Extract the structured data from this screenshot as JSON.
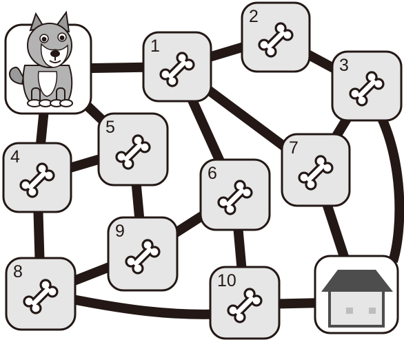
{
  "puzzle": {
    "start_tile": {
      "icon": "dog-icon"
    },
    "goal_tile": {
      "icon": "house-icon"
    },
    "tile_icon": "bone-icon",
    "tiles": [
      {
        "id": "1",
        "label": "1"
      },
      {
        "id": "2",
        "label": "2"
      },
      {
        "id": "3",
        "label": "3"
      },
      {
        "id": "4",
        "label": "4"
      },
      {
        "id": "5",
        "label": "5"
      },
      {
        "id": "6",
        "label": "6"
      },
      {
        "id": "7",
        "label": "7"
      },
      {
        "id": "8",
        "label": "8"
      },
      {
        "id": "9",
        "label": "9"
      },
      {
        "id": "10",
        "label": "10"
      }
    ],
    "paths": [
      [
        "dog",
        "1"
      ],
      [
        "dog",
        "5"
      ],
      [
        "dog",
        "4"
      ],
      [
        "1",
        "2"
      ],
      [
        "1",
        "6"
      ],
      [
        "1",
        "7"
      ],
      [
        "2",
        "3"
      ],
      [
        "3",
        "7"
      ],
      [
        "3",
        "house"
      ],
      [
        "4",
        "5"
      ],
      [
        "4",
        "8"
      ],
      [
        "5",
        "9"
      ],
      [
        "6",
        "9"
      ],
      [
        "6",
        "10"
      ],
      [
        "7",
        "house"
      ],
      [
        "8",
        "9"
      ],
      [
        "8",
        "10"
      ],
      [
        "10",
        "house"
      ]
    ],
    "colors": {
      "path": "#231815",
      "tile_fill": "#e6e6e6",
      "tile_border": "#231815",
      "roof": "#4d4d4d",
      "house_body": "#e6e6e6"
    }
  }
}
